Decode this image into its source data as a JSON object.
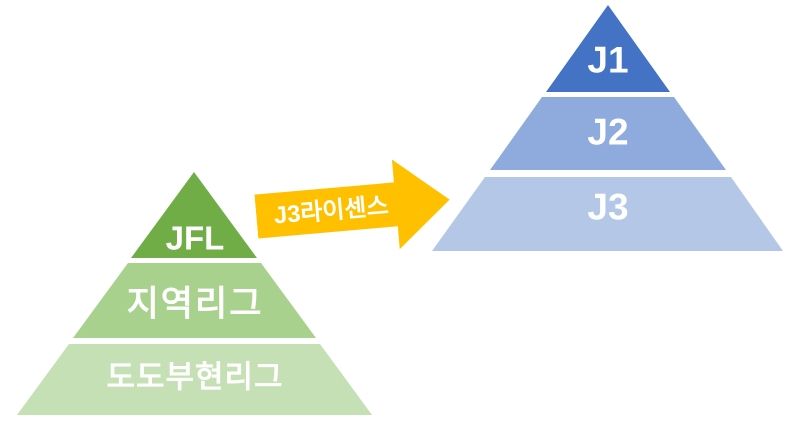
{
  "canvas": {
    "background": "#FFFFFF"
  },
  "left_pyramid": {
    "label_color": "#FFFFFF",
    "tiers": [
      {
        "label": "JFL",
        "color": "#70AD47"
      },
      {
        "label": "지역리그",
        "color": "#A9D18E"
      },
      {
        "label": "도도부현리그",
        "color": "#C5E0B4"
      }
    ]
  },
  "right_pyramid": {
    "label_color": "#FFFFFF",
    "tiers": [
      {
        "label": "J1",
        "color": "#4472C4"
      },
      {
        "label": "J2",
        "color": "#8FAADC"
      },
      {
        "label": "J3",
        "color": "#B4C7E7"
      }
    ]
  },
  "arrow": {
    "label": "J3라이센스",
    "color": "#FFC000",
    "label_color": "#FFFFFF"
  }
}
